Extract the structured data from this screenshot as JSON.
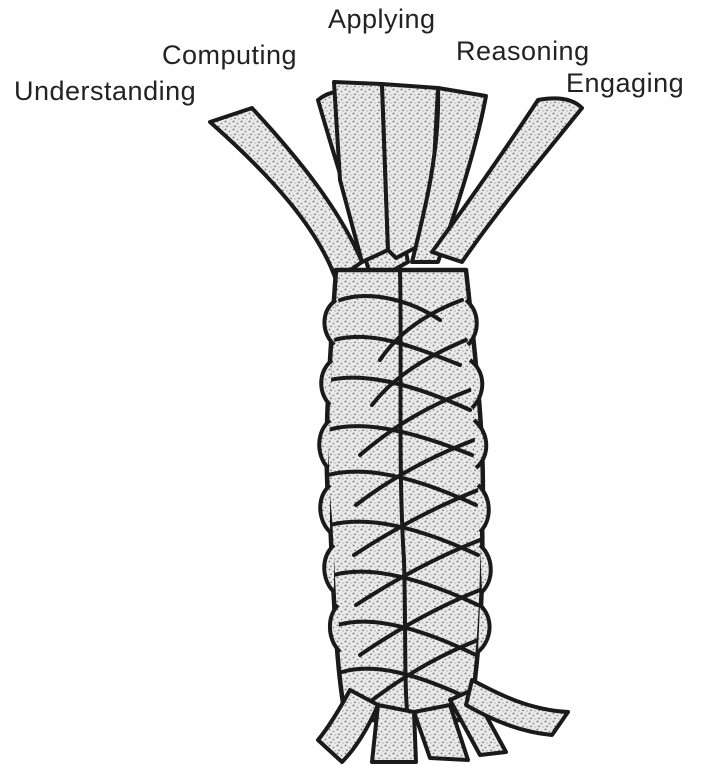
{
  "diagram": {
    "labels": {
      "applying": "Applying",
      "computing": "Computing",
      "reasoning": "Reasoning",
      "understanding": "Understanding",
      "engaging": "Engaging"
    },
    "colors": {
      "ink": "#1a1a1a",
      "strand_fill": "#e8e8e8",
      "stipple": "#6e6e6e",
      "background": "#ffffff"
    },
    "strand_count": 5
  }
}
